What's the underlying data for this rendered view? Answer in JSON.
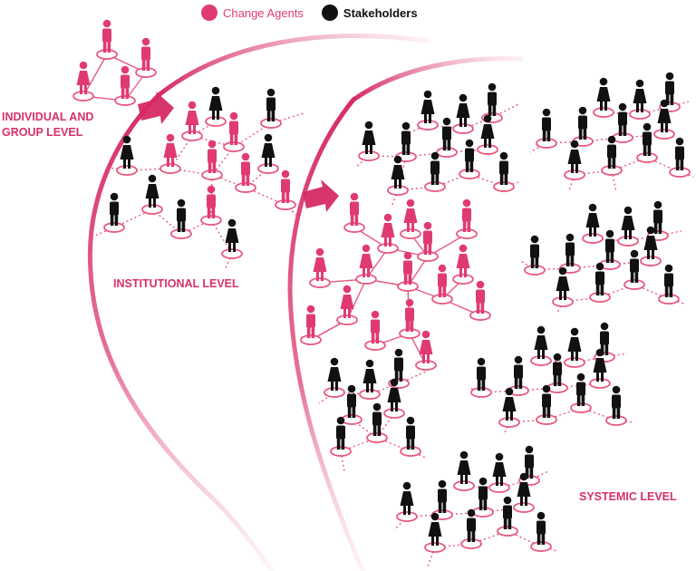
{
  "colors": {
    "change_agent": "#e03a74",
    "stakeholder": "#111111",
    "label": "#d8306a",
    "ring": "#e8597f",
    "dotted_link": "#e8597f",
    "arc_strong": "#d62a64"
  },
  "legend": {
    "change_agents": "Change Agents",
    "stakeholders": "Stakeholders"
  },
  "levels": {
    "individual": "INDIVIDUAL AND\nGROUP LEVEL",
    "institutional": "INSTITUTIONAL LEVEL",
    "systemic": "SYSTEMIC LEVEL"
  },
  "icons": [
    "person-icon",
    "arrow-right-icon"
  ]
}
